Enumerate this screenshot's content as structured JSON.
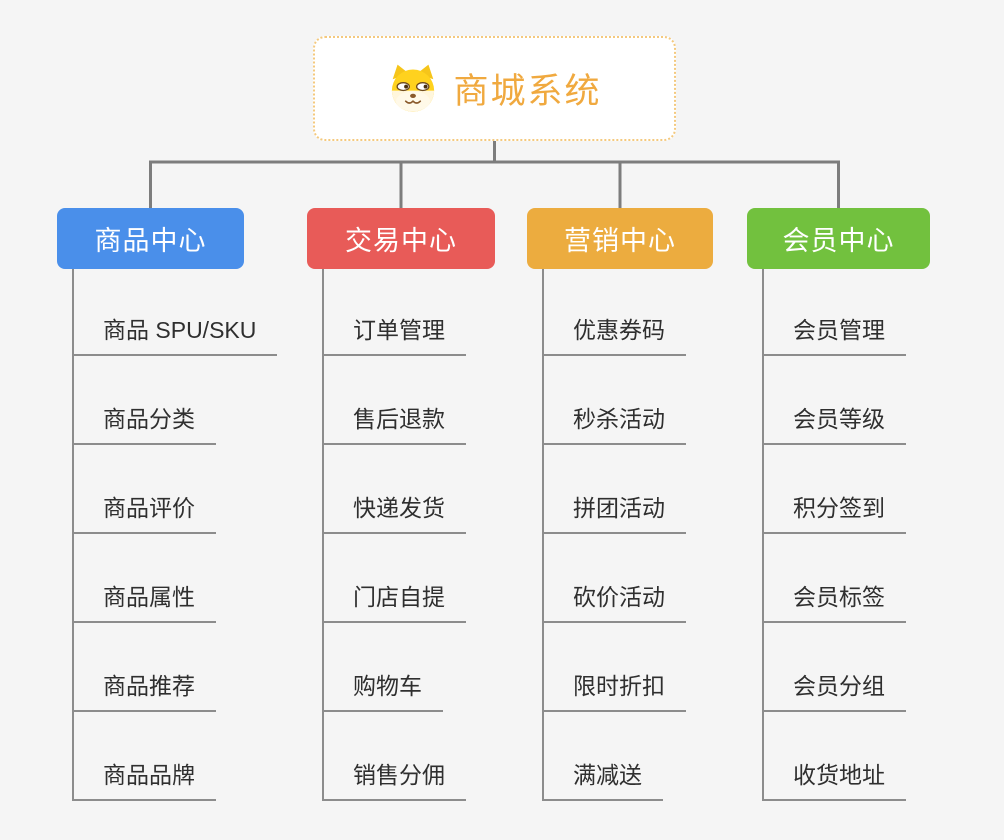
{
  "background_color": "#f5f5f5",
  "connector_color": "#7d7d7d",
  "root": {
    "title": "商城系统",
    "icon": "doge-icon",
    "text_color": "#F0A93F",
    "border_color": "#F4C97E"
  },
  "branches": [
    {
      "label": "商品中心",
      "color": "#4A8FEA",
      "children": [
        "商品 SPU/SKU",
        "商品分类",
        "商品评价",
        "商品属性",
        "商品推荐",
        "商品品牌"
      ]
    },
    {
      "label": "交易中心",
      "color": "#E85B58",
      "children": [
        "订单管理",
        "售后退款",
        "快递发货",
        "门店自提",
        "购物车",
        "销售分佣"
      ]
    },
    {
      "label": "营销中心",
      "color": "#ECAC3F",
      "children": [
        "优惠券码",
        "秒杀活动",
        "拼团活动",
        "砍价活动",
        "限时折扣",
        "满减送"
      ]
    },
    {
      "label": "会员中心",
      "color": "#72C13E",
      "children": [
        "会员管理",
        "会员等级",
        "积分签到",
        "会员标签",
        "会员分组",
        "收货地址"
      ]
    }
  ]
}
